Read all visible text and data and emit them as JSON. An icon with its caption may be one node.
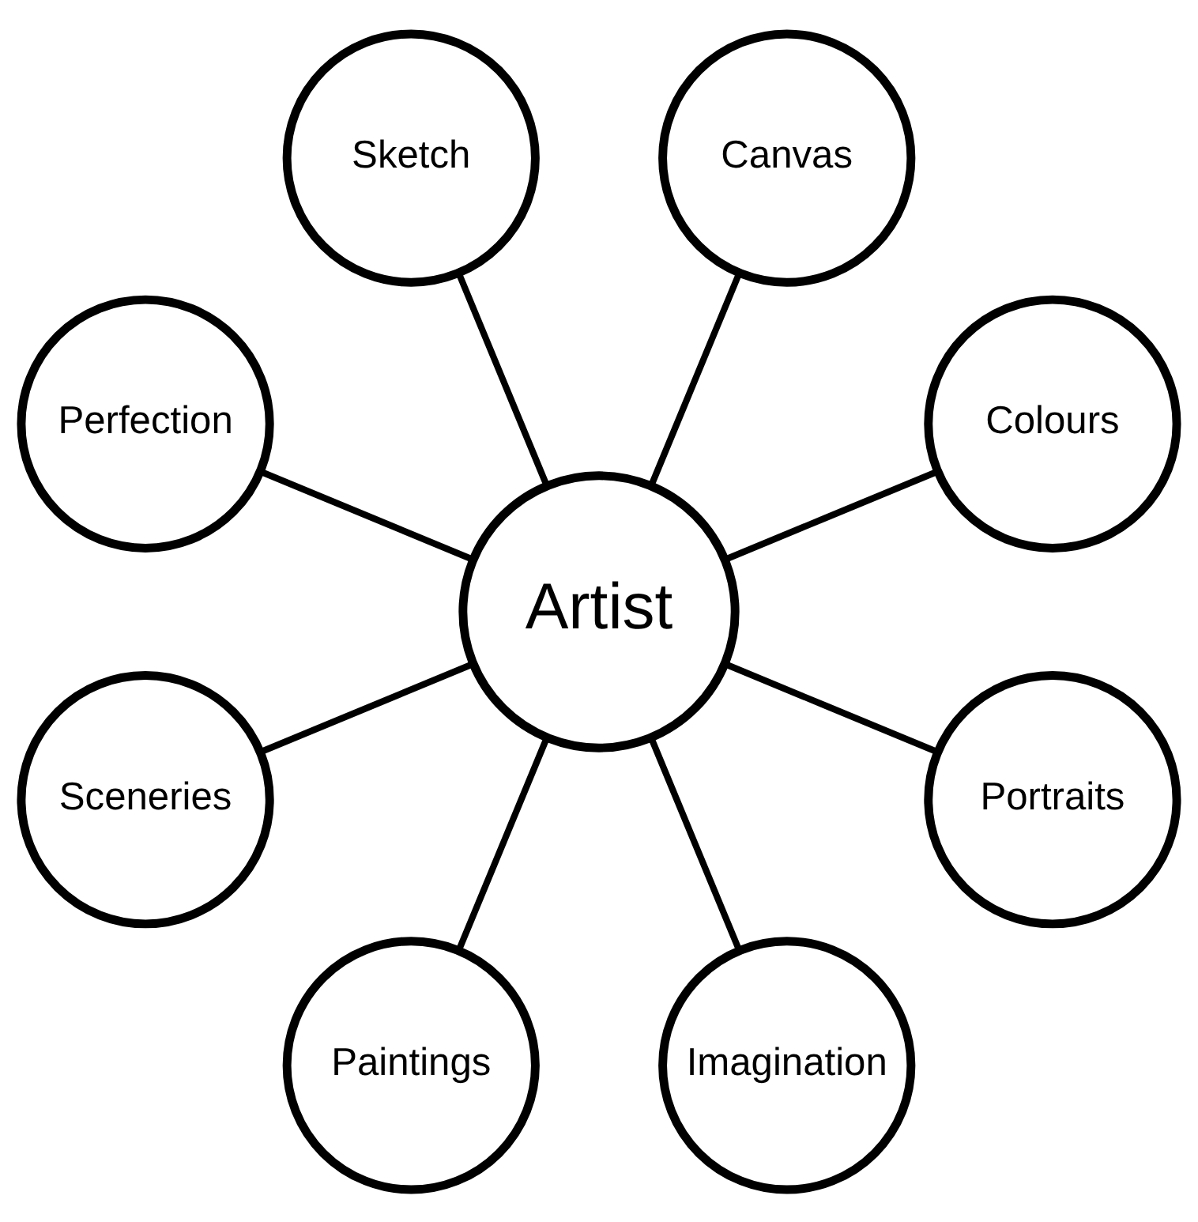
{
  "diagram": {
    "nodes": [
      {
        "text": [
          "Colours"
        ]
      },
      {
        "text": [
          "Canvas"
        ]
      },
      {
        "text": [
          "Sketch"
        ]
      },
      {
        "text": [
          "Perfection"
        ]
      },
      {
        "text": [
          "Artist"
        ]
      },
      {
        "text": [
          "Sceneries"
        ]
      },
      {
        "text": [
          "Paintings"
        ]
      },
      {
        "text": [
          "Imagination"
        ]
      },
      {
        "text": [
          "Portraits"
        ]
      }
    ],
    "edges": [
      {
        "from": 4,
        "to": 0,
        "arrow": "none"
      },
      {
        "from": 4,
        "to": 2,
        "arrow": "none"
      },
      {
        "from": 4,
        "to": 5,
        "arrow": "none"
      },
      {
        "from": 4,
        "to": 7,
        "arrow": "none"
      },
      {
        "from": 4,
        "to": 8,
        "arrow": "none"
      },
      {
        "from": 4,
        "to": 6,
        "arrow": "none"
      },
      {
        "from": 4,
        "to": 3,
        "arrow": "none"
      },
      {
        "from": 4,
        "to": 1,
        "arrow": "none"
      }
    ]
  }
}
